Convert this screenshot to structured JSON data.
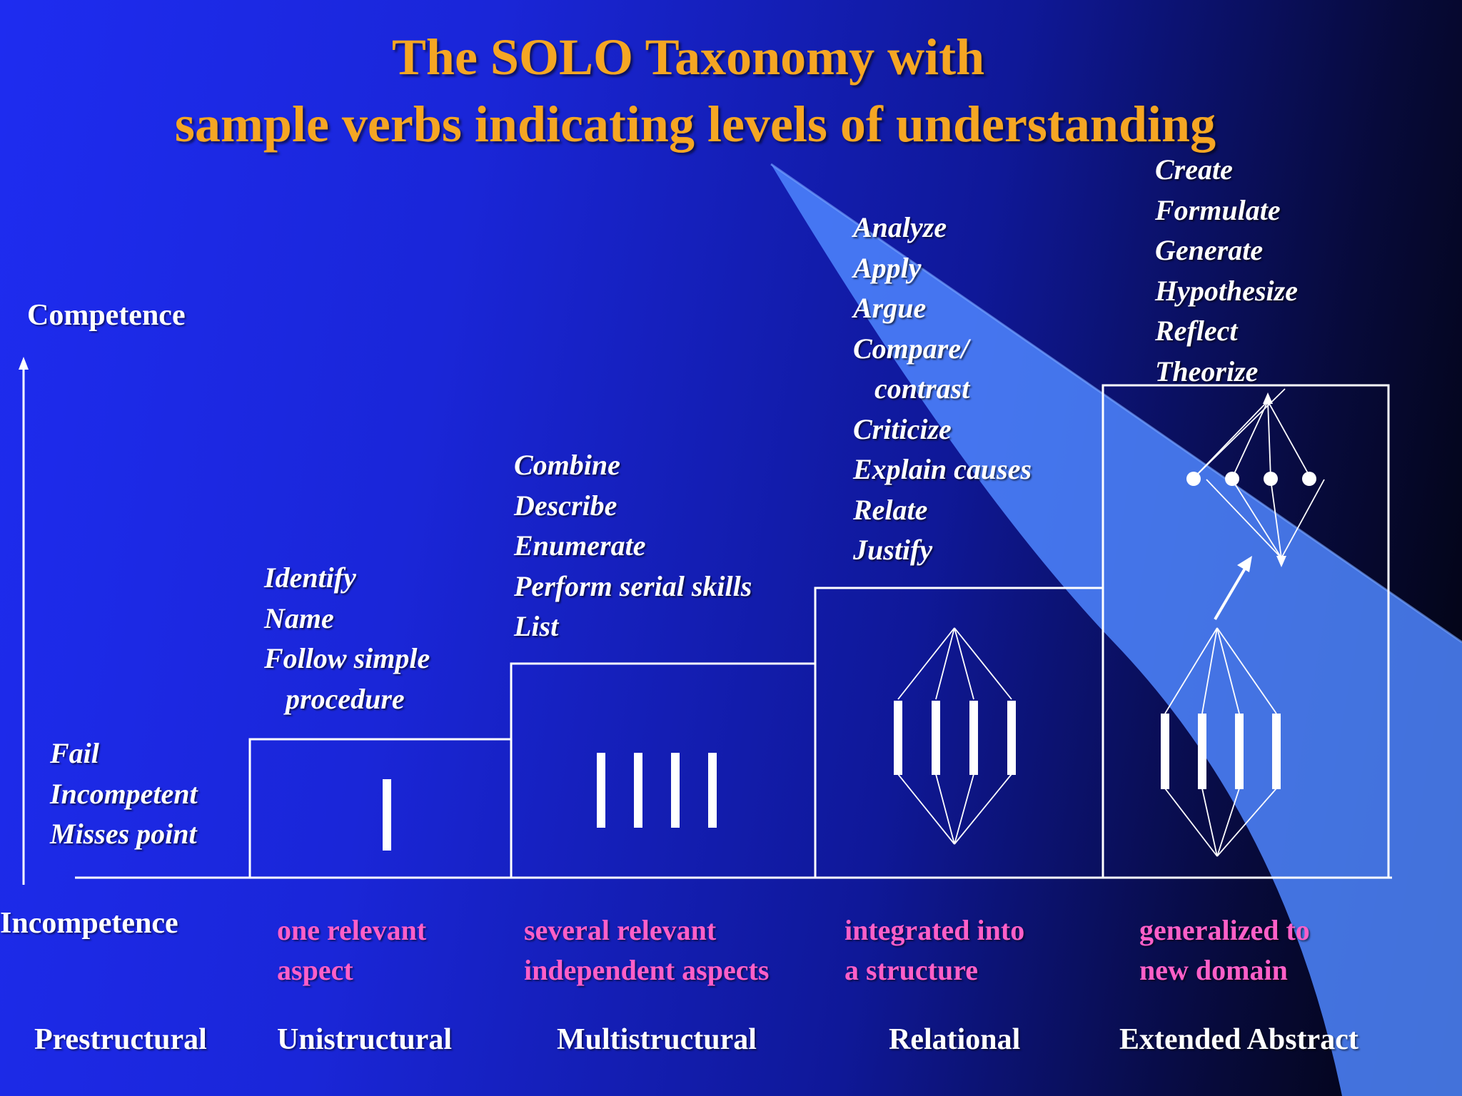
{
  "title": {
    "line1": "The SOLO Taxonomy with",
    "line2": "sample verbs indicating levels of understanding"
  },
  "axis": {
    "top_label": "Competence",
    "bottom_label": "Incompetence"
  },
  "levels": [
    {
      "name": "Prestructural",
      "descriptor": [],
      "verbs": [
        "Fail",
        "Incompetent",
        "Misses point"
      ]
    },
    {
      "name": "Unistructural",
      "descriptor": [
        "one relevant",
        "aspect"
      ],
      "verbs": [
        "Identify",
        "Name",
        "Follow simple",
        "procedure"
      ]
    },
    {
      "name": "Multistructural",
      "descriptor": [
        "several relevant",
        "independent aspects"
      ],
      "verbs": [
        "Combine",
        "Describe",
        "Enumerate",
        "Perform serial skills",
        "List"
      ]
    },
    {
      "name": "Relational",
      "descriptor": [
        "integrated into",
        "a structure"
      ],
      "verbs": [
        "Analyze",
        "Apply",
        "Argue",
        "Compare/",
        "contrast",
        "Criticize",
        "Explain causes",
        "Relate",
        "Justify"
      ]
    },
    {
      "name": "Extended Abstract",
      "descriptor": [
        "generalized to",
        "new domain"
      ],
      "verbs": [
        "Create",
        "Formulate",
        "Generate",
        "Hypothesize",
        "Reflect",
        "Theorize"
      ]
    }
  ],
  "colors": {
    "title": "#f5a623",
    "descriptor": "#ff5fc8",
    "text": "#ffffff",
    "lines": "#ffffff"
  }
}
